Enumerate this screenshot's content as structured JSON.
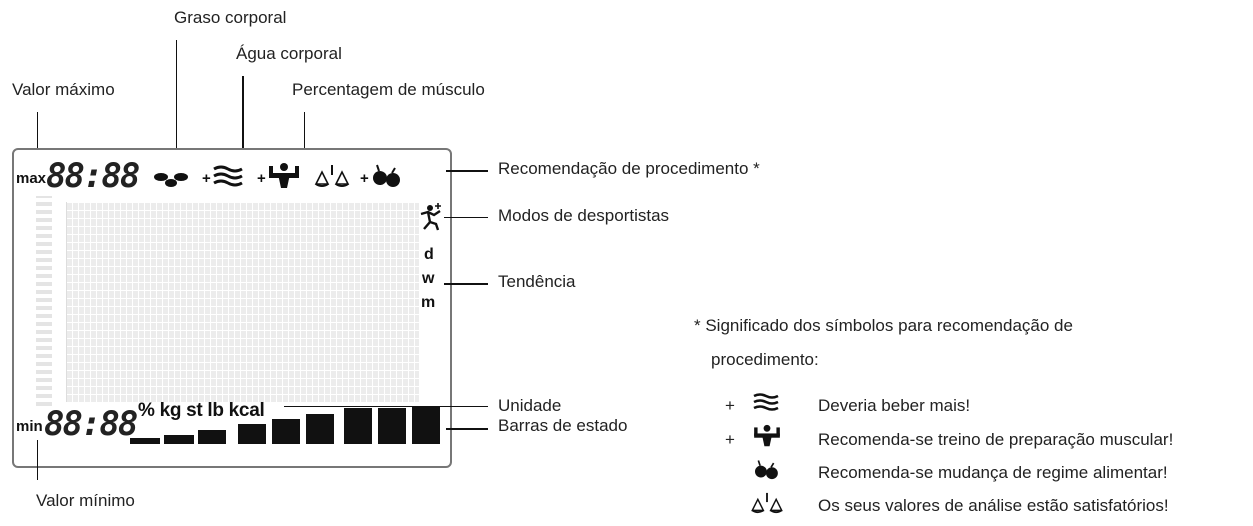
{
  "callouts": {
    "max_value": "Valor máximo",
    "body_fat": "Graso corporal",
    "body_water": "Água corporal",
    "muscle_pct": "Percentagem de músculo",
    "recommendation": "Recomendação de procedimento *",
    "athlete_modes": "Modos de desportistas",
    "trend": "Tendência",
    "unit": "Unidade",
    "status_bars": "Barras de estado",
    "min_value": "Valor mínimo"
  },
  "display": {
    "max_label": "max",
    "max_digits": "88:88",
    "min_label": "min",
    "min_digits": "88:88",
    "plus": "+",
    "trend_letters": [
      "d",
      "w",
      "m"
    ],
    "units": "% kg st lb kcal",
    "status_bar_count": 9
  },
  "footnote": {
    "title_line1": "* Significado dos símbolos para recomendação de",
    "title_line2": "procedimento:",
    "items": [
      {
        "prefix": "+",
        "icon": "water-waves-icon",
        "text": "Deveria beber mais!"
      },
      {
        "prefix": "+",
        "icon": "muscle-icon",
        "text": "Recomenda-se treino de preparação muscular!"
      },
      {
        "prefix": "",
        "icon": "apples-icon",
        "text": "Recomenda-se mudança de regime alimentar!"
      },
      {
        "prefix": "",
        "icon": "scale-balance-icon",
        "text": "Os seus valores de análise estão satisfatórios!"
      }
    ]
  }
}
